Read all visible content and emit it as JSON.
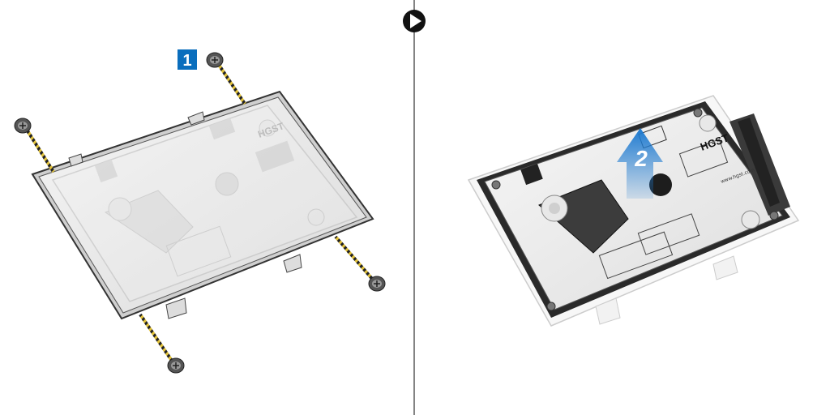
{
  "steps": [
    {
      "number": "1",
      "color": "#0a6ebd"
    },
    {
      "number": "2",
      "color": "#0a6ebd"
    }
  ],
  "next_arrow_icon": "play-circle-icon",
  "drive": {
    "brand": "HGST",
    "website": "www.hgst.com"
  },
  "colors": {
    "step_badge": "#0a6ebd",
    "arrow_blue": "#1e7ad0",
    "screw_thread_dark": "#222222",
    "screw_thread_light": "#e2c23a",
    "divider": "#333333"
  }
}
